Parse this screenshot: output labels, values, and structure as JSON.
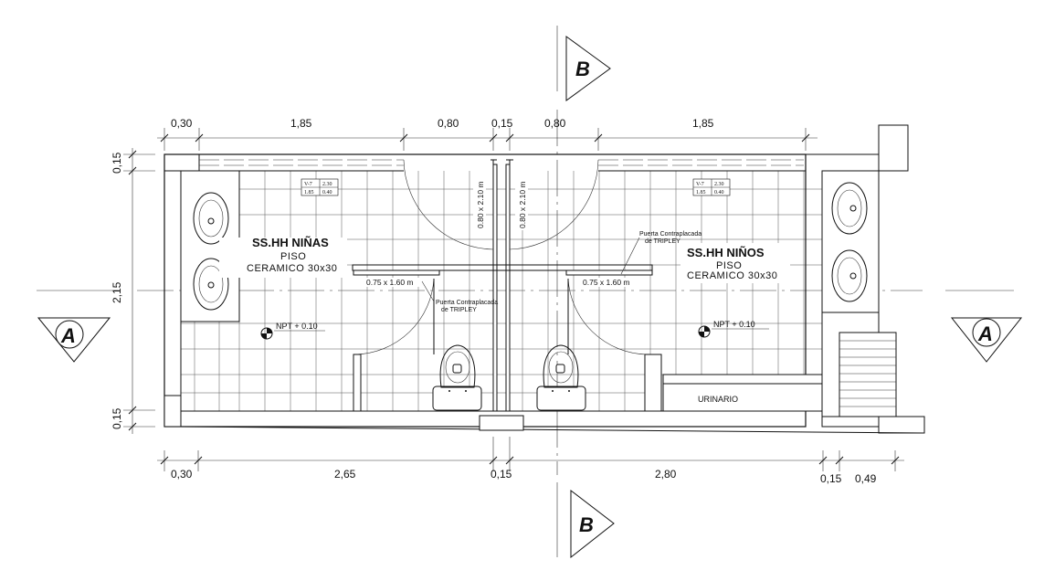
{
  "dimensions": {
    "top": [
      "0,30",
      "1,85",
      "0,80",
      "0,15",
      "0,80",
      "1,85"
    ],
    "bottom": [
      "0,30",
      "2,65",
      "0,15",
      "2,80",
      "0,15",
      "0,49"
    ],
    "left": [
      "0,15",
      "2,15",
      "0,15"
    ]
  },
  "section_marks": {
    "b_top": "B",
    "b_bottom": "B",
    "a_left": "A",
    "a_right": "A"
  },
  "rooms": {
    "girls": {
      "name": "SS.HH NIÑAS",
      "floor_label": "PISO",
      "floor_type": "CERAMICO  30x30",
      "level": "NPT + 0.10",
      "window_size": "0.75  x  1.60 m",
      "door_note_line1": "Puerta  Contraplacada",
      "door_note_line2": "de  TRIPLEY",
      "door_size": "0.80  x  2.10 m",
      "tag": [
        "V-7",
        "2.30",
        "1.85",
        "0.40"
      ]
    },
    "boys": {
      "name": "SS.HH NIÑOS",
      "floor_label": "PISO",
      "floor_type": "CERAMICO  30x30",
      "level": "NPT + 0.10",
      "window_size": "0.75  x  1.60 m",
      "door_note_line1": "Puerta  Contraplacada",
      "door_note_line2": "de  TRIPLEY",
      "door_size": "0.80  x  2.10 m",
      "tag": [
        "V-7",
        "2.30",
        "1.85",
        "0.40"
      ],
      "urinal_label": "URINARIO"
    }
  }
}
